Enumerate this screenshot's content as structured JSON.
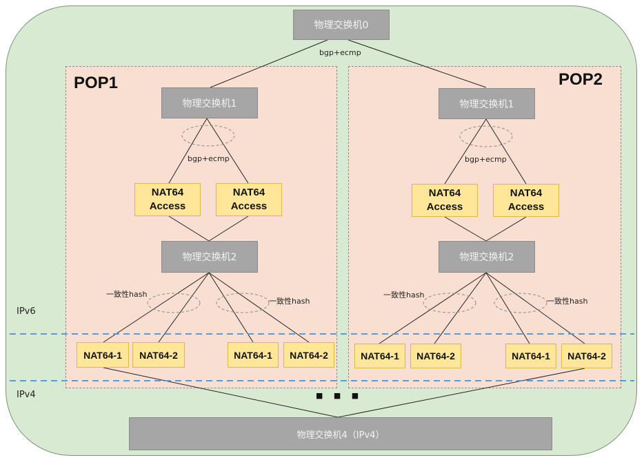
{
  "top_switch": "物理交换机0",
  "top_link_label": "bgp+ecmp",
  "bottom_switch": "物理交换机4（IPv4）",
  "ellipsis": "■ ■ ■",
  "zones": {
    "ipv6": "IPv6",
    "ipv4": "IPv4"
  },
  "pops": [
    {
      "title": "POP1",
      "switch_upper": "物理交换机1",
      "switch_lower": "物理交换机2",
      "upper_link_label": "bgp+ecmp",
      "access": [
        {
          "line1": "NAT64",
          "line2": "Access"
        },
        {
          "line1": "NAT64",
          "line2": "Access"
        }
      ],
      "hash_left": "一致性hash",
      "hash_right": "一致性hash",
      "nodes": [
        "NAT64-1",
        "NAT64-2",
        "NAT64-1",
        "NAT64-2"
      ]
    },
    {
      "title": "POP2",
      "switch_upper": "物理交换机1",
      "switch_lower": "物理交换机2",
      "upper_link_label": "bgp+ecmp",
      "access": [
        {
          "line1": "NAT64",
          "line2": "Access"
        },
        {
          "line1": "NAT64",
          "line2": "Access"
        }
      ],
      "hash_left": "一致性hash",
      "hash_right": "一致性hash",
      "nodes": [
        "NAT64-1",
        "NAT64-2",
        "NAT64-1",
        "NAT64-2"
      ]
    }
  ],
  "colors": {
    "outer_bg": "#d9ead3",
    "pop_bg": "#f9ded2",
    "switch_bg": "#a6a6a6",
    "nat_bg": "#ffe699",
    "divider": "#5b9bd5"
  }
}
